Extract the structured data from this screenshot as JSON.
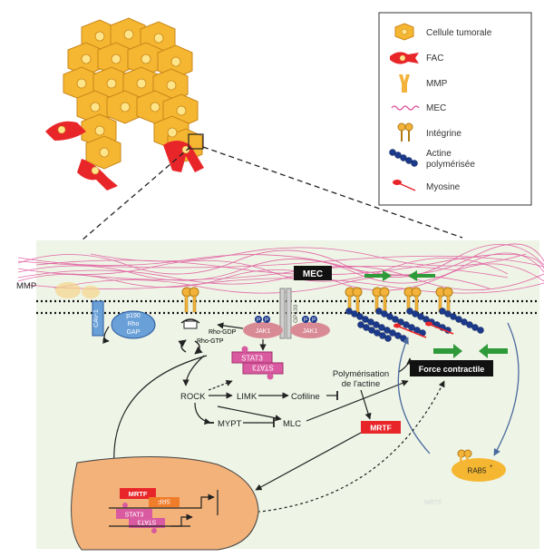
{
  "legend": {
    "items": [
      {
        "id": "tumor",
        "label": "Cellule tumorale",
        "icon": "tumor-cell-icon",
        "color": "#f5b731"
      },
      {
        "id": "fac",
        "label": "FAC",
        "icon": "fac-cell-icon",
        "color": "#e8262a"
      },
      {
        "id": "mmp",
        "label": "MMP",
        "icon": "mmp-icon",
        "color": "#f3b23a"
      },
      {
        "id": "mec",
        "label": "MEC",
        "icon": "mec-fiber-icon",
        "color": "#e0509a"
      },
      {
        "id": "integrin",
        "label": "Intégrine",
        "icon": "integrin-icon",
        "color": "#f3b23a"
      },
      {
        "id": "actin",
        "label_line1": "Actine",
        "label_line2": "polymérisée",
        "icon": "actin-icon",
        "color": "#1c3a8c"
      },
      {
        "id": "myosin",
        "label": "Myosine",
        "icon": "myosin-icon",
        "color": "#e8262a"
      }
    ]
  },
  "labels": {
    "mmp": "MMP",
    "mec": "MEC",
    "cav1": "CAV-1",
    "p190_line1": "p190",
    "p190_line2": "Rho",
    "p190_line3": "GAP",
    "rho_gdp": "Rho-GDP",
    "rho_gtp": "Rho-GTP",
    "jak1_a": "JAK1",
    "jak1_b": "JAK1",
    "gp130": "GP130",
    "stat3": "STAT3",
    "stat3_flip": "STAT3",
    "p": "P",
    "rock": "ROCK",
    "limk": "LIMK",
    "cofiline": "Cofiline",
    "polym_line1": "Polymérisation",
    "polym_line2": "de l'actine",
    "mypt": "MYPT",
    "mlc": "MLC",
    "mrtf": "MRTF",
    "force": "Force contractile",
    "rab5": "RAB5",
    "rab5_sup": "+",
    "nuc_mrtf": "MRTF",
    "nuc_srf": "SRF",
    "nuc_stat3": "STAT3",
    "nuc_stat3_flip": "STAT3",
    "ghost_mrtf": "MRTF"
  },
  "colors": {
    "panel_bg": "#eef4e6",
    "mec": "#e0509a",
    "tumor": "#f5b731",
    "fac": "#e8262a",
    "actin": "#1c3a8c",
    "stat3": "#d95aa0",
    "jak": "#d98b95",
    "rho": "#6aa0d8",
    "mrtf": "#e8262a",
    "green": "#2e9a3a",
    "nucleus": "#f2b27a",
    "rab5": "#f5b731"
  }
}
